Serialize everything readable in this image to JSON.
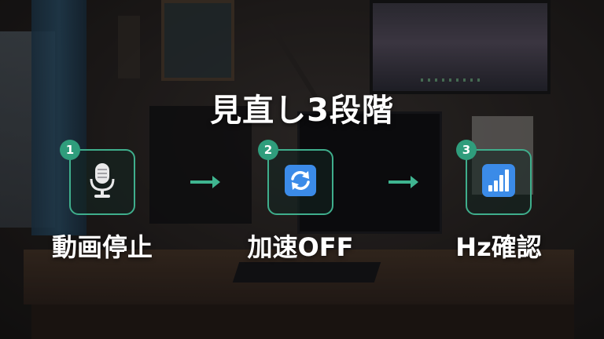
{
  "title": "見直し3段階",
  "accent_color": "#3fae8c",
  "steps": [
    {
      "number": "1",
      "label": "動画停止",
      "icon": "microphone-icon"
    },
    {
      "number": "2",
      "label": "加速OFF",
      "icon": "refresh-icon"
    },
    {
      "number": "3",
      "label": "Hz確認",
      "icon": "signal-bars-icon"
    }
  ]
}
